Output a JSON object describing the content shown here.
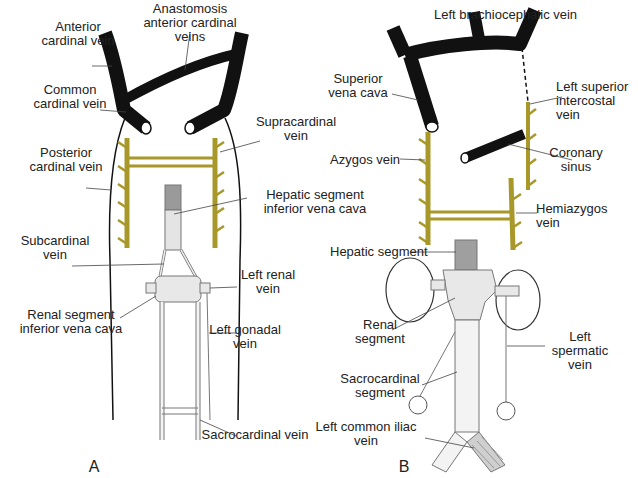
{
  "diagram": {
    "labels": [
      "Anastomosis anterior cardinal veins",
      "Anterior cardinal vein",
      "Common cardinal vein",
      "Posterior cardinal vein",
      "Supracardinal vein",
      "Hepatic segment inferior vena cava",
      "Subcardinal vein",
      "Left renal vein",
      "Renal segment inferior vena cava",
      "Left gonadal vein",
      "Sacrocardinal vein",
      "A",
      "Left brachiocephalic vein",
      "Superior vena cava",
      "Left superior intercostal vein",
      "Azygos vein",
      "Coronary sinus",
      "Hemiazygos vein",
      "Hepatic segment",
      "Renal segment",
      "Left spermatic vein",
      "Sacrocardinal segment",
      "Left common iliac vein",
      "B"
    ]
  }
}
